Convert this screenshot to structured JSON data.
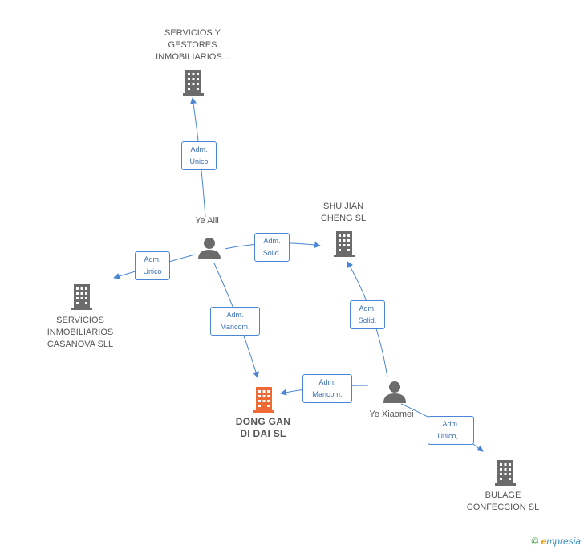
{
  "colors": {
    "edge": "#4a86d4",
    "company": "#6b6b6b",
    "focus_company": "#f06a35",
    "person": "#6b6b6b"
  },
  "nodes": {
    "servicios_gestores": {
      "lines": [
        "SERVICIOS Y",
        "GESTORES",
        "INMOBILIARIOS..."
      ],
      "icon": "building-icon"
    },
    "servicios_casanova": {
      "lines": [
        "SERVICIOS",
        "INMOBILIARIOS",
        "CASANOVA SLL"
      ],
      "icon": "building-icon"
    },
    "shu_jian": {
      "lines": [
        "SHU JIAN",
        "CHENG SL"
      ],
      "icon": "building-icon"
    },
    "dong_gan": {
      "lines": [
        "DONG GAN",
        "DI DAI SL"
      ],
      "icon": "building-icon"
    },
    "bulage": {
      "lines": [
        "BULAGE",
        "CONFECCION SL"
      ],
      "icon": "building-icon"
    },
    "ye_aili": {
      "lines": [
        "Ye Aili"
      ],
      "icon": "person-icon"
    },
    "ye_xiaomei": {
      "lines": [
        "Ye Xiaomei"
      ],
      "icon": "person-icon"
    }
  },
  "edges": {
    "aili_to_gestores": {
      "lines": [
        "Adm.",
        "Unico"
      ]
    },
    "aili_to_casanova": {
      "lines": [
        "Adm.",
        "Unico"
      ]
    },
    "aili_to_shujian": {
      "lines": [
        "Adm.",
        "Solid."
      ]
    },
    "aili_to_donggan": {
      "lines": [
        "Adm.",
        "Mancom."
      ]
    },
    "xiaomei_to_shujian": {
      "lines": [
        "Adm.",
        "Solid."
      ]
    },
    "xiaomei_to_donggan": {
      "lines": [
        "Adm.",
        "Mancom."
      ]
    },
    "xiaomei_to_bulage": {
      "lines": [
        "Adm.",
        "Unico,..."
      ]
    }
  },
  "watermark": {
    "copyright": "©",
    "brand_initial": "e",
    "brand_rest": "mpresia"
  }
}
